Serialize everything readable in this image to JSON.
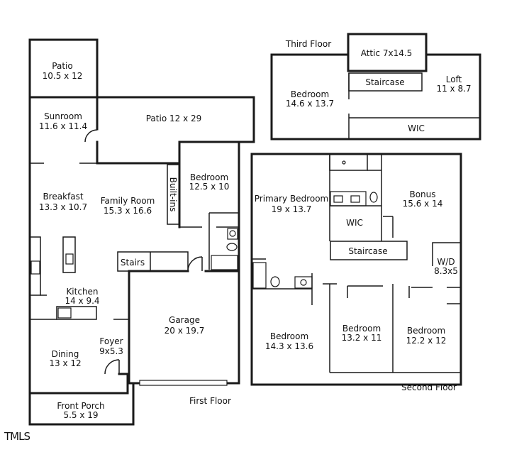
{
  "floors": {
    "first": "First Floor",
    "second": "Second Floor",
    "third": "Third Floor"
  },
  "rooms": {
    "patio_small": {
      "name": "Patio",
      "dims": "10.5 x 12"
    },
    "sunroom": {
      "name": "Sunroom",
      "dims": "11.6 x 11.4"
    },
    "patio_large": {
      "name": "Patio 12 x 29"
    },
    "breakfast": {
      "name": "Breakfast",
      "dims": "13.3 x 10.7"
    },
    "family_room": {
      "name": "Family Room",
      "dims": "15.3 x 16.6"
    },
    "builtins": {
      "name": "Built-ins"
    },
    "bedroom_first": {
      "name": "Bedroom",
      "dims": "12.5 x 10"
    },
    "stairs": {
      "name": "Stairs"
    },
    "kitchen": {
      "name": "Kitchen",
      "dims": "14 x 9.4"
    },
    "garage": {
      "name": "Garage",
      "dims": "20 x 19.7"
    },
    "foyer": {
      "name": "Foyer",
      "dims": "9x5.3"
    },
    "dining": {
      "name": "Dining",
      "dims": "13 x 12"
    },
    "front_porch": {
      "name": "Front Porch",
      "dims": "5.5 x 19"
    },
    "primary_bedroom": {
      "name": "Primary Bedroom",
      "dims": "19 x 13.7"
    },
    "wic_second": {
      "name": "WIC"
    },
    "staircase_second": {
      "name": "Staircase"
    },
    "bonus": {
      "name": "Bonus",
      "dims": "15.6 x 14"
    },
    "wd": {
      "name": "W/D",
      "dims": "8.3x5"
    },
    "bedroom_a": {
      "name": "Bedroom",
      "dims": "14.3 x 13.6"
    },
    "bedroom_b": {
      "name": "Bedroom",
      "dims": "13.2 x 11"
    },
    "bedroom_c": {
      "name": "Bedroom",
      "dims": "12.2 x 12"
    },
    "attic": {
      "name": "Attic 7x14.5"
    },
    "bedroom_third": {
      "name": "Bedroom",
      "dims": "14.6 x 13.7"
    },
    "staircase_third": {
      "name": "Staircase"
    },
    "loft": {
      "name": "Loft",
      "dims": "11 x 8.7"
    },
    "wic_third": {
      "name": "WIC"
    }
  },
  "watermark": "TMLS"
}
